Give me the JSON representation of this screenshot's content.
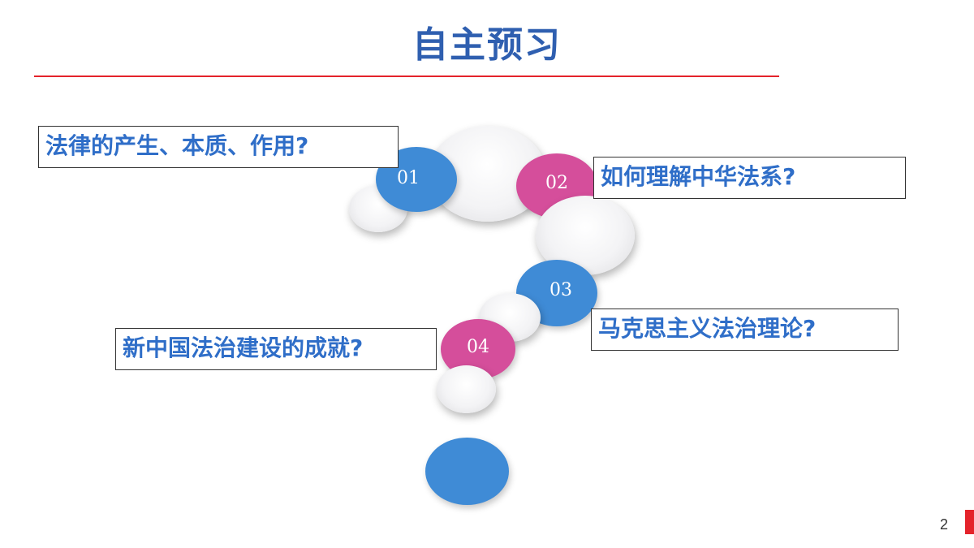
{
  "slide": {
    "title": "自主预习",
    "page_number": "2"
  },
  "questions": [
    {
      "num": "01",
      "text": "法律的产生、本质、作用?"
    },
    {
      "num": "02",
      "text": "如何理解中华法系?"
    },
    {
      "num": "03",
      "text": "马克思主义法治理论?"
    },
    {
      "num": "04",
      "text": "新中国法治建设的成就?"
    }
  ],
  "colors": {
    "title": "#2f5fb0",
    "rule": "#e4232b",
    "question_text": "#2f6ec8",
    "bubble_blue": "#3f8bd6",
    "bubble_pink": "#d54e9b"
  }
}
